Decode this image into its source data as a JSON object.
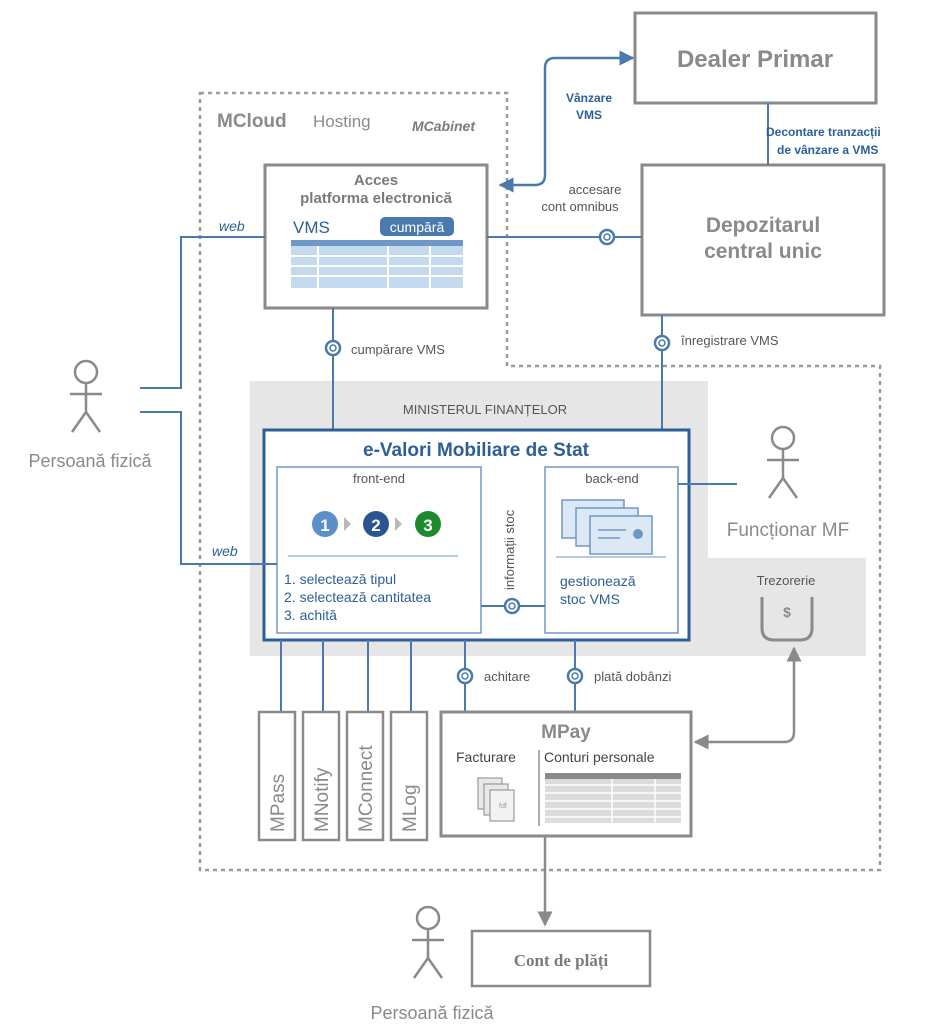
{
  "colors": {
    "blue": "#4a7aad",
    "dark_blue": "#2b5f96",
    "gray": "#8a8a8a",
    "light_gray": "#e6e6e6",
    "text_gray": "#7a7a7a",
    "step1": "#5b8fc7",
    "step2": "#2b5590",
    "step3": "#1e8a2e"
  },
  "mcloud": {
    "title": "MCloud",
    "hosting": "Hosting",
    "cabinet": "MCabinet"
  },
  "dealer": {
    "title": "Dealer Primar"
  },
  "depozitar": {
    "line1": "Depozitarul",
    "line2": "central unic"
  },
  "acces": {
    "line1": "Acces",
    "line2": "platforma electronică",
    "vms_label": "VMS",
    "buy_button": "cumpără"
  },
  "labels": {
    "vanzare_line1": "Vânzare",
    "vanzare_line2": "VMS",
    "decontare_line1": "Decontare tranzacții",
    "decontare_line2": "de vânzare a VMS",
    "accesare_line1": "accesare",
    "accesare_line2": "cont omnibus",
    "web_top": "web",
    "web_bottom": "web",
    "cumparare": "cumpărare VMS",
    "inregistrare": "înregistrare VMS",
    "informatii": "informații stoc",
    "achitare": "achitare",
    "plata": "plată dobânzi"
  },
  "ministerul": {
    "title": "MINISTERUL FINANȚELOR"
  },
  "evalori": {
    "title": "e-Valori Mobiliare de Stat",
    "frontend": {
      "title": "front-end",
      "steps": [
        "1",
        "2",
        "3"
      ],
      "items": [
        "1. selectează tipul",
        "2. selectează cantitatea",
        "3. achită"
      ]
    },
    "backend": {
      "title": "back-end",
      "line1": "gestionează",
      "line2": "stoc VMS"
    }
  },
  "actors": {
    "persoana_left": "Persoană fizică",
    "functionar": "Funcționar MF",
    "persoana_bottom": "Persoană fizică"
  },
  "trezorerie": {
    "title": "Trezorerie",
    "symbol": "$"
  },
  "services": [
    "MPass",
    "MNotify",
    "MConnect",
    "MLog"
  ],
  "mpay": {
    "title": "MPay",
    "facturare": "Facturare",
    "conturi": "Conturi personale"
  },
  "cont": {
    "title": "Cont de plăți"
  }
}
